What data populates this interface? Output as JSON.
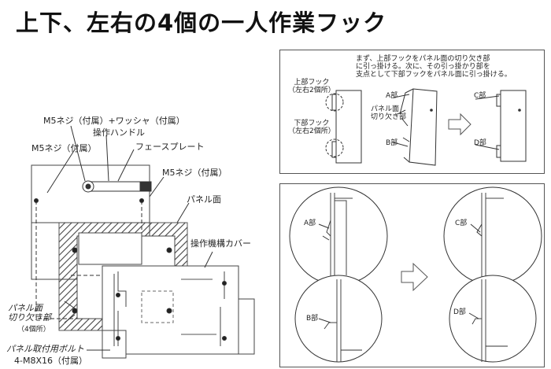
{
  "title": "上下、左右の4個の一人作業フック",
  "left_diagram": {
    "m5_screw_washer": "M5ネジ（付属）+ワッシャ（付属）",
    "operation_handle": "操作ハンドル",
    "m5_screw_left": "M5ネジ（付属）",
    "face_plate": "フェースプレート",
    "m5_screw_right": "M5ネジ（付属）",
    "panel_surface": "パネル面",
    "mechanism_cover": "操作機構カバー",
    "panel_cutout": "パネル面\n切り欠き部",
    "cutout_count": "（4個所）",
    "mount_bolt": "パネル取付用ボルト",
    "bolt_spec": "4-M8X16（付属）"
  },
  "top_right": {
    "instruction": "まず、上部フックをパネル面の切り欠き部\nに引っ掛ける。次に、その引っ掛かり部を\n支点として下部フックをパネル面に引っ掛ける。",
    "upper_hook": "上部フック\n（左右2個所）",
    "lower_hook": "下部フック\n（左右2個所）",
    "part_a": "A部",
    "part_b": "B部",
    "panel_cutout": "パネル面\n切り欠き部",
    "part_c": "C部",
    "part_d": "D部"
  },
  "bottom_right": {
    "part_a": "A部",
    "part_b": "B部",
    "part_c": "C部",
    "part_d": "D部"
  }
}
